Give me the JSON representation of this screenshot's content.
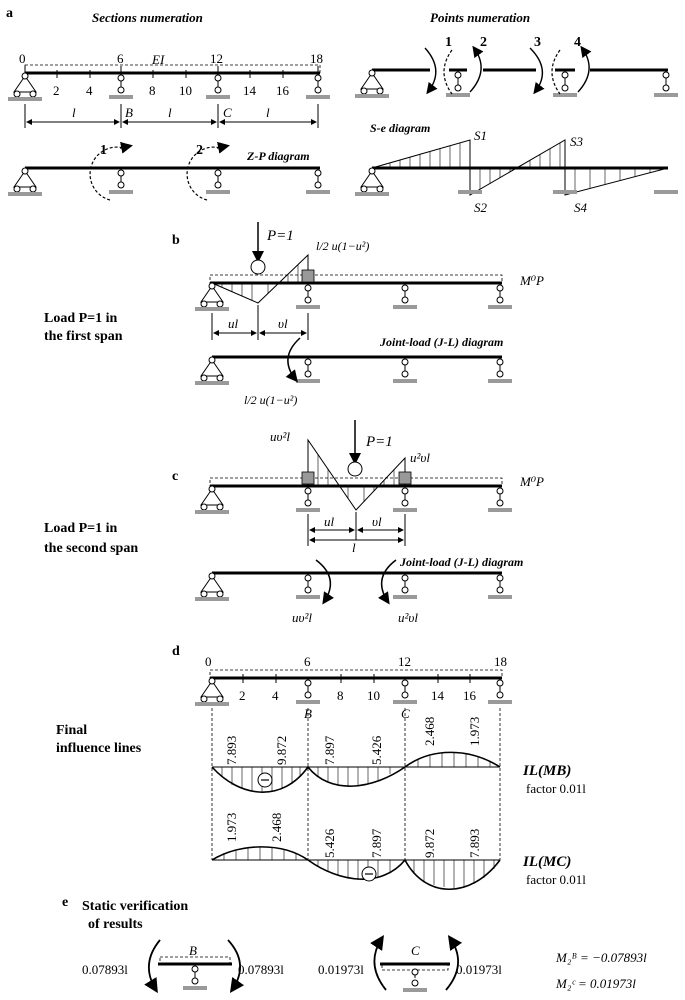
{
  "panel_a": {
    "label": "a",
    "sections_title": "Sections numeration",
    "points_title": "Points numeration",
    "tick_labels": [
      "0",
      "6",
      "12",
      "18"
    ],
    "tick_sub": [
      "2",
      "4",
      "8",
      "10",
      "14",
      "16"
    ],
    "ei_label": "EI",
    "support_labels": [
      "B",
      "C"
    ],
    "span_labels": [
      "l",
      "l",
      "l"
    ],
    "zp_numbers": [
      "1",
      "2"
    ],
    "zp_title": "Z-P diagram",
    "point_numbers": [
      "1",
      "2",
      "3",
      "4"
    ],
    "se_title": "S-e diagram",
    "se_labels": [
      "S1",
      "S2",
      "S3",
      "S4"
    ]
  },
  "panel_b": {
    "label": "b",
    "caption_line1": "Load P=1 in",
    "caption_line2": "the first span",
    "load": "P=1",
    "moment_expr": "l/2 u(1−u²)",
    "mp_label": "M⁰P",
    "ul": "ul",
    "vl": "υl",
    "jl_title": "Joint-load (J-L) diagram",
    "jl_moment": "l/2 u(1−u²)"
  },
  "panel_c": {
    "label": "c",
    "caption_line1": "Load P=1 in",
    "caption_line2": "the second span",
    "load": "P=1",
    "left_expr": "uυ²l",
    "right_expr": "u²υl",
    "mp_label": "M⁰P",
    "ul": "ul",
    "vl": "υl",
    "l": "l",
    "jl_title": "Joint-load (J-L) diagram",
    "jl_left": "uυ²l",
    "jl_right": "u²υl"
  },
  "panel_d": {
    "label": "d",
    "caption_line1": "Final",
    "caption_line2": "influence lines",
    "tick_labels": [
      "0",
      "6",
      "12",
      "18"
    ],
    "tick_sub": [
      "2",
      "4",
      "8",
      "10",
      "14",
      "16"
    ],
    "support_labels": [
      "B",
      "C"
    ],
    "ilmb_label": "IL(MB)",
    "ilmc_label": "IL(MC)",
    "factor": "factor 0.01l",
    "sign_minus": "⊖",
    "ilmb_values": [
      "7.893",
      "9.872",
      "7.897",
      "5.426",
      "2.468",
      "1.973"
    ],
    "ilmc_values": [
      "1.973",
      "2.468",
      "5.426",
      "7.897",
      "9.872",
      "7.893"
    ]
  },
  "panel_e": {
    "label": "e",
    "caption_line1": "Static verification",
    "caption_line2": "of results",
    "b_label": "B",
    "c_label": "C",
    "b_left": "0.07893l",
    "b_right": "0.07893l",
    "c_left": "0.01973l",
    "c_right": "0.01973l",
    "result_b": "M₂ᴮ = −0.07893l",
    "result_c": "M₂ᶜ = 0.01973l"
  }
}
